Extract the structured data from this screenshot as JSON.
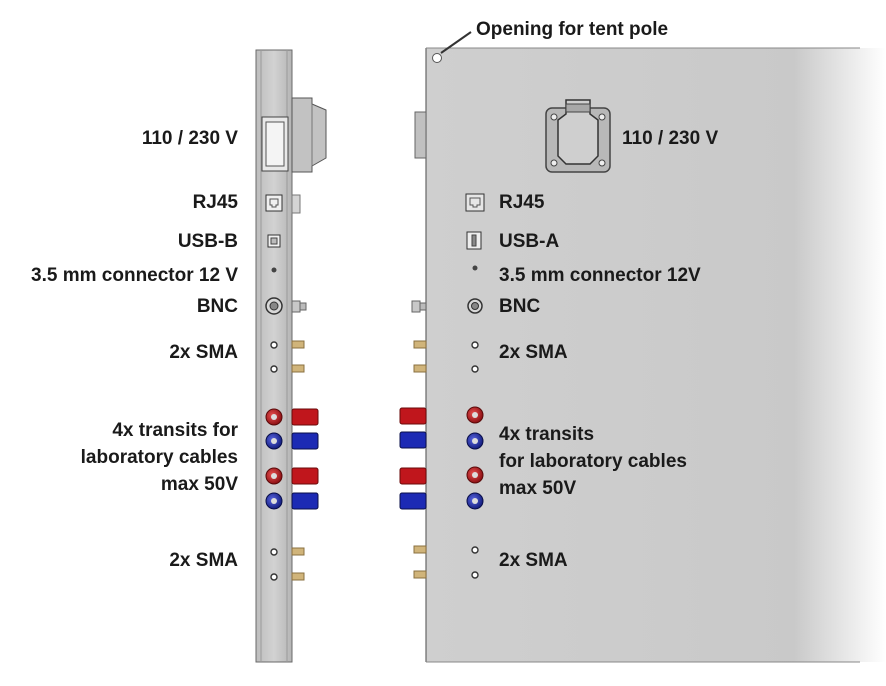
{
  "callout": {
    "tent_pole": "Opening for tent pole"
  },
  "left_labels": {
    "power": "110 / 230 V",
    "rj45": "RJ45",
    "usb": "USB-B",
    "jack": "3.5 mm connector 12 V",
    "bnc": "BNC",
    "sma_top": "2x SMA",
    "transits_1": "4x transits for",
    "transits_2": "laboratory cables",
    "transits_3": "max 50V",
    "sma_bottom": "2x SMA"
  },
  "right_labels": {
    "power": "110 / 230 V",
    "rj45": "RJ45",
    "usb": "USB-A",
    "jack": "3.5 mm connector 12V",
    "bnc": "BNC",
    "sma_top": "2x SMA",
    "transits_1": "4x transits",
    "transits_2": "for laboratory cables",
    "transits_3": "max 50V",
    "sma_bottom": "2x SMA"
  },
  "colors": {
    "panel": "#c8c8c8",
    "red_terminal": "#c0161c",
    "blue_terminal": "#1c2ab4",
    "brass": "#c8a868"
  }
}
